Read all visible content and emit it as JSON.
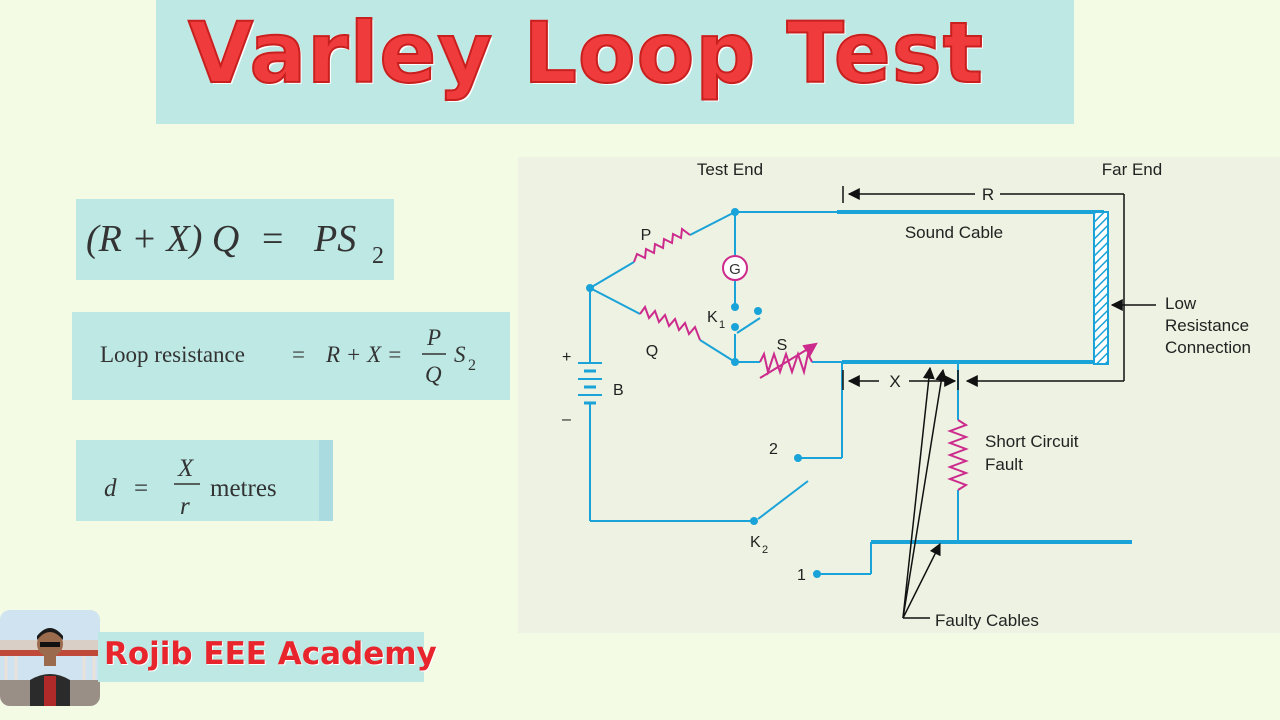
{
  "title": "Varley Loop Test",
  "formulas": {
    "f1": {
      "lhs": "(R + X) Q",
      "eq": "=",
      "rhs": "PS",
      "rhs_sub": "2"
    },
    "f2": {
      "label": "Loop resistance",
      "eq": "=",
      "expr": "R + X =",
      "num": "P",
      "den": "Q",
      "tail": "S",
      "tail_sub": "2"
    },
    "f3": {
      "lhs": "d",
      "eq": "=",
      "num": "X",
      "den": "r",
      "unit": "metres"
    }
  },
  "diagram": {
    "test_end": "Test End",
    "far_end": "Far End",
    "r_label": "R",
    "x_label": "X",
    "sound_cable": "Sound Cable",
    "p_label": "P",
    "q_label": "Q",
    "s_label": "S",
    "g_label": "G",
    "k1": "K",
    "k1_sub": "1",
    "k2": "K",
    "k2_sub": "2",
    "battery_label": "B",
    "plus": "+",
    "minus": "–",
    "pos_1": "1",
    "pos_2": "2",
    "low_res": [
      "Low",
      "Resistance",
      "Connection"
    ],
    "short_fault": [
      "Short Circuit",
      "Fault"
    ],
    "faulty_cables": "Faulty Cables"
  },
  "brand": "Rojib EEE Academy",
  "colors": {
    "title": "#ef3b3b",
    "wire": "#1aa3d8",
    "resistor": "#cc2a8c",
    "banner": "#bde8e4"
  }
}
